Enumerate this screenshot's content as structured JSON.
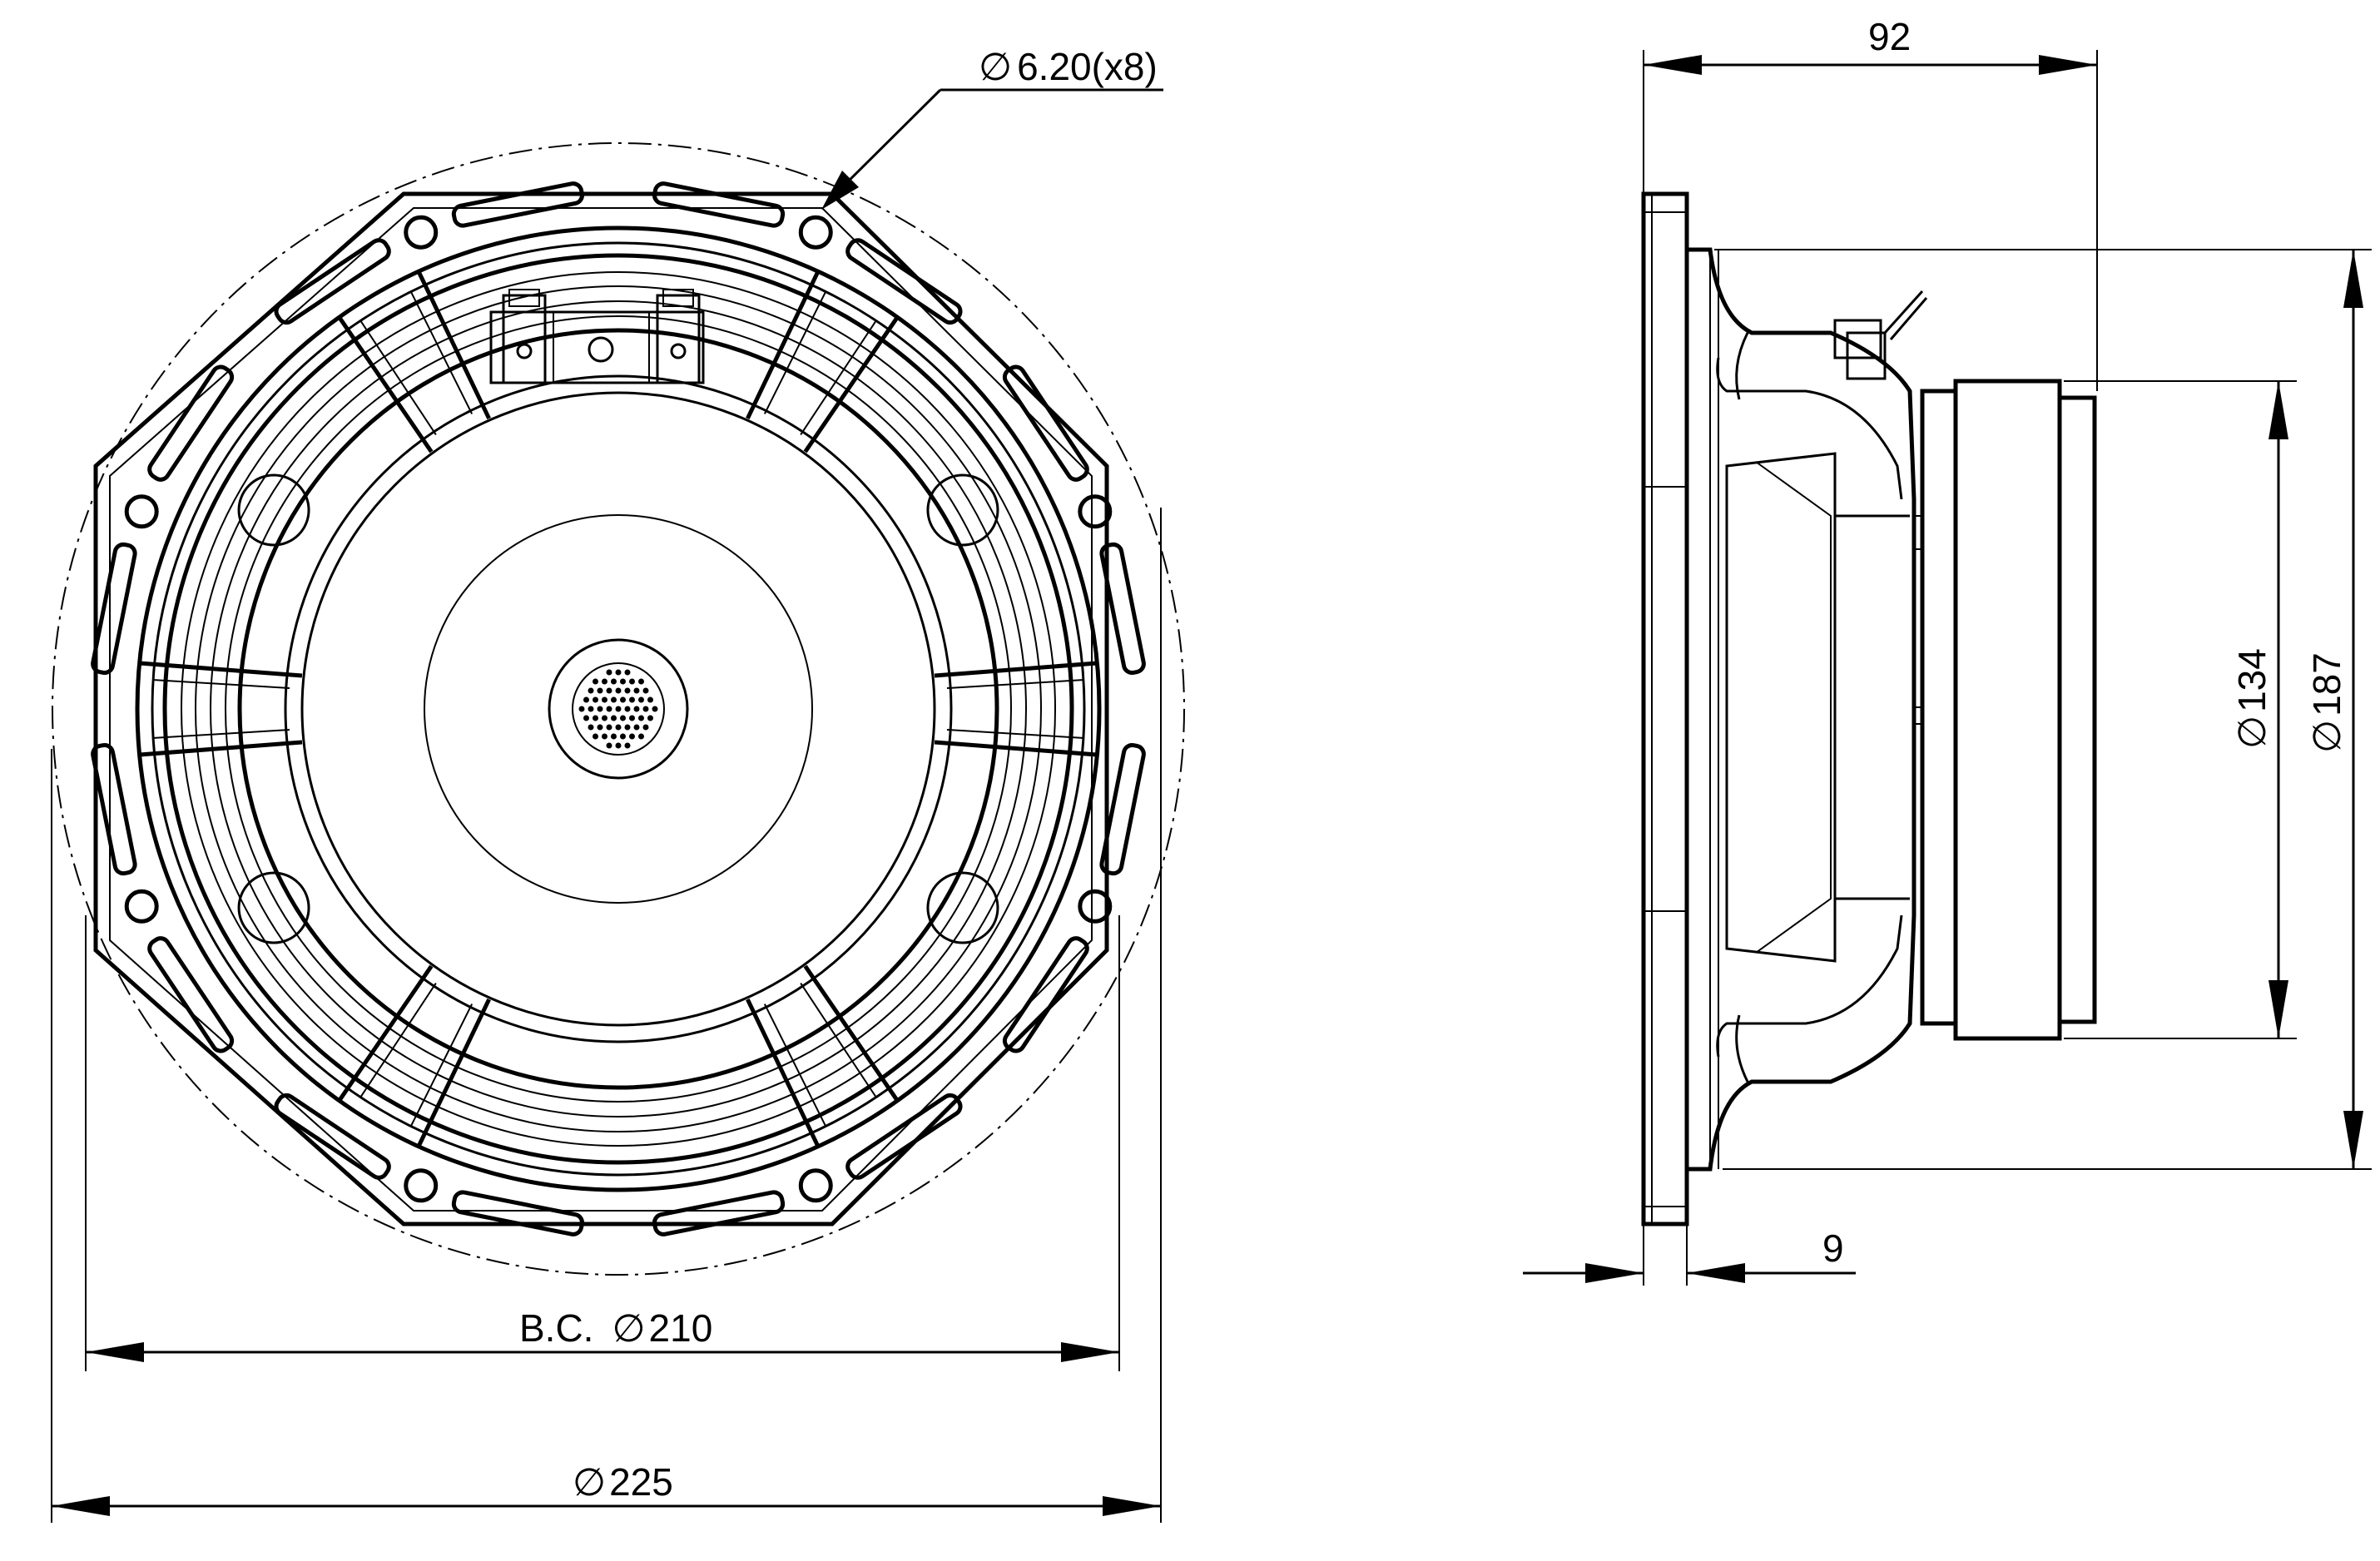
{
  "drawing": {
    "front_view": {
      "hole_callout": {
        "symbol": "∅",
        "value": "6.20(x8)"
      },
      "bolt_circle": {
        "prefix": "B.C.",
        "symbol": "∅",
        "value": "210"
      },
      "outer_diameter": {
        "symbol": "∅",
        "value": "225"
      },
      "mounting_holes": 8
    },
    "side_view": {
      "depth": {
        "value": "92"
      },
      "flange_thickness": {
        "value": "9"
      },
      "magnet_diameter": {
        "symbol": "∅",
        "value": "134"
      },
      "cutout_diameter": {
        "symbol": "∅",
        "value": "187"
      }
    }
  }
}
